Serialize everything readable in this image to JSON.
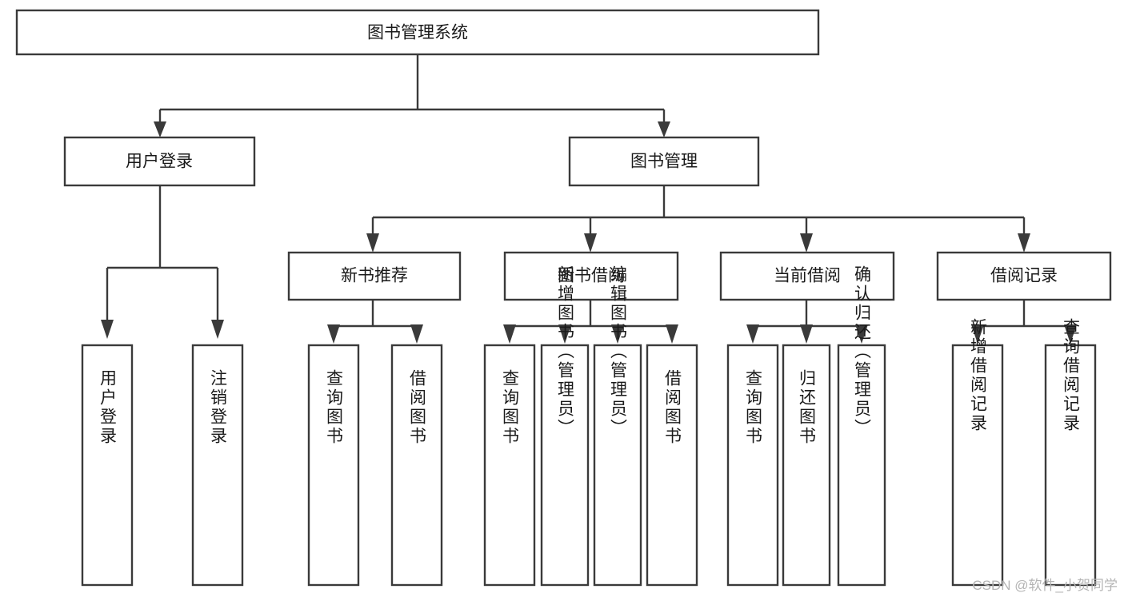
{
  "diagram": {
    "type": "tree-flowchart",
    "title": "图书管理系统",
    "root": {
      "label": "图书管理系统",
      "level": 1
    },
    "level2": [
      {
        "label": "用户登录"
      },
      {
        "label": "图书管理"
      }
    ],
    "level3": [
      {
        "label": "新书推荐"
      },
      {
        "label": "图书借阅"
      },
      {
        "label": "当前借阅"
      },
      {
        "label": "借阅记录"
      }
    ],
    "leaves": {
      "user_login": [
        {
          "label": "用户登录"
        },
        {
          "label": "注销登录"
        }
      ],
      "new_book_recommend": [
        {
          "label": "查询图书"
        },
        {
          "label": "借阅图书"
        }
      ],
      "book_borrow": [
        {
          "label": "查询图书"
        },
        {
          "label": "新增图书（管理员）"
        },
        {
          "label": "编辑图书（管理员）"
        },
        {
          "label": "借阅图书"
        }
      ],
      "current_borrow": [
        {
          "label": "查询图书"
        },
        {
          "label": "归还图书"
        },
        {
          "label": "确认归还（管理员）"
        }
      ],
      "borrow_record": [
        {
          "label": "新增借阅记录"
        },
        {
          "label": "查询借阅记录"
        }
      ]
    }
  },
  "watermark": {
    "text": "CSDN @软件_小贺同学"
  },
  "colors": {
    "stroke": "#3a3a3a",
    "box_fill": "#ffffff",
    "text": "#1a1a1a",
    "watermark": "#b4b4b4",
    "background": "#ffffff"
  }
}
